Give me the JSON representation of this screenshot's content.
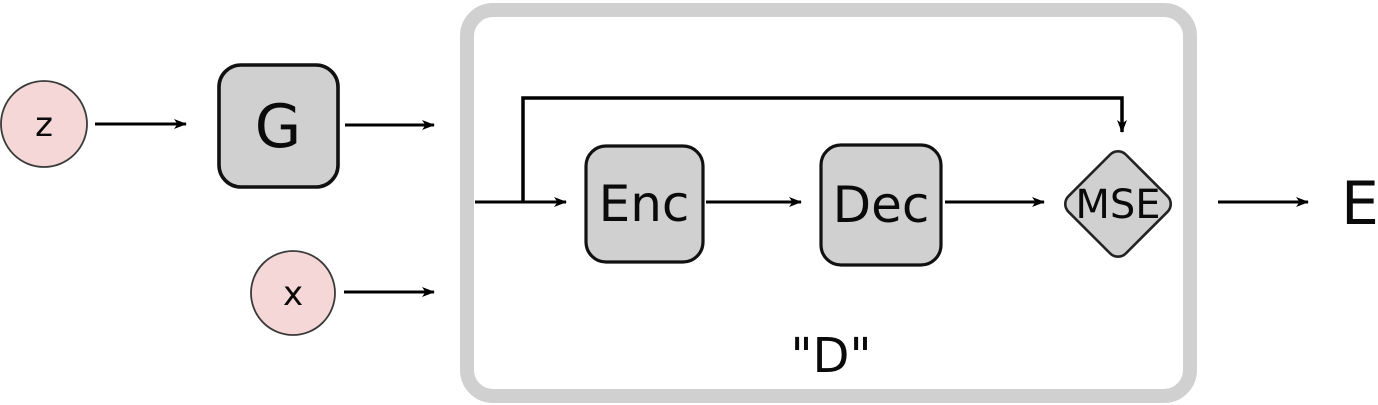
{
  "diagram": {
    "nodes": {
      "z_input": "z",
      "generator": "G",
      "x_input": "x",
      "encoder": "Enc",
      "decoder": "Dec",
      "mse": "MSE",
      "discriminator_label": "\"D\"",
      "energy_output": "E"
    },
    "colors": {
      "node_fill": "#d0d0d0",
      "node_border": "#111111",
      "input_fill": "#f5d7d7",
      "input_border": "#3a3a3a",
      "container_border": "#d0d0d0",
      "arrow": "#000000",
      "background": "#ffffff"
    }
  }
}
